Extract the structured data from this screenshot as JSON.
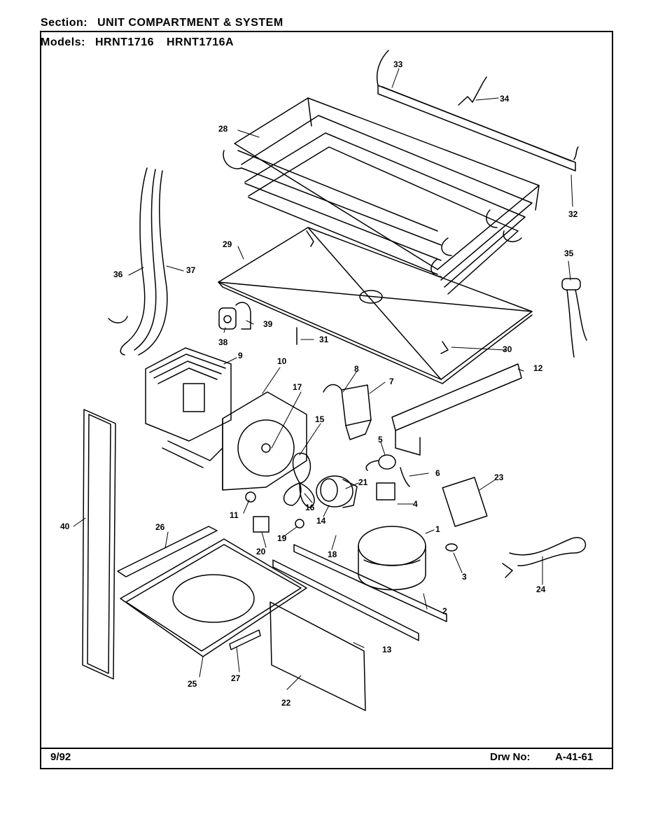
{
  "header": {
    "section_key": "Section:",
    "section_value": "UNIT COMPARTMENT & SYSTEM",
    "models_key": "Models:",
    "models": [
      "HRNT1716",
      "HRNT1716A"
    ]
  },
  "footer": {
    "date": "9/92",
    "drawing_key": "Drw No:",
    "drawing_number": "A-41-61"
  },
  "callouts": {
    "c1": "1",
    "c2": "2",
    "c3": "3",
    "c4": "4",
    "c5": "5",
    "c6": "6",
    "c7": "7",
    "c8": "8",
    "c9": "9",
    "c10": "10",
    "c11": "11",
    "c12": "12",
    "c13": "13",
    "c14": "14",
    "c15": "15",
    "c16": "16",
    "c17": "17",
    "c18": "18",
    "c19": "19",
    "c20": "20",
    "c21": "21",
    "c22": "22",
    "c23": "23",
    "c24": "24",
    "c25": "25",
    "c26": "26",
    "c27": "27",
    "c28": "28",
    "c29": "29",
    "c30": "30",
    "c31": "31",
    "c32": "32",
    "c33": "33",
    "c34": "34",
    "c35": "35",
    "c36": "36",
    "c37": "37",
    "c38": "38",
    "c39": "39",
    "c40": "40"
  }
}
